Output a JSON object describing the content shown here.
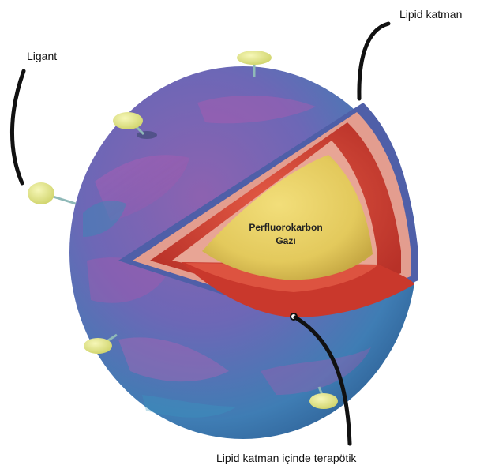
{
  "labels": {
    "ligand": "Ligant",
    "lipid_layer": "Lipid katman",
    "core_line1": "Perfluorokarbon",
    "core_line2": "Gazı",
    "therapeutic": "Lipid katman içinde terapötik"
  },
  "colors": {
    "sphere_blue": "#3f7db4",
    "sphere_purple": "#8b5aa8",
    "lipid_red": "#d4453a",
    "lipid_pink": "#e59a8c",
    "core_yellow": "#e8cf62",
    "ligand_yellow": "#e6e98a",
    "pointer": "#111111"
  },
  "icons": [
    "ligand-icon"
  ]
}
